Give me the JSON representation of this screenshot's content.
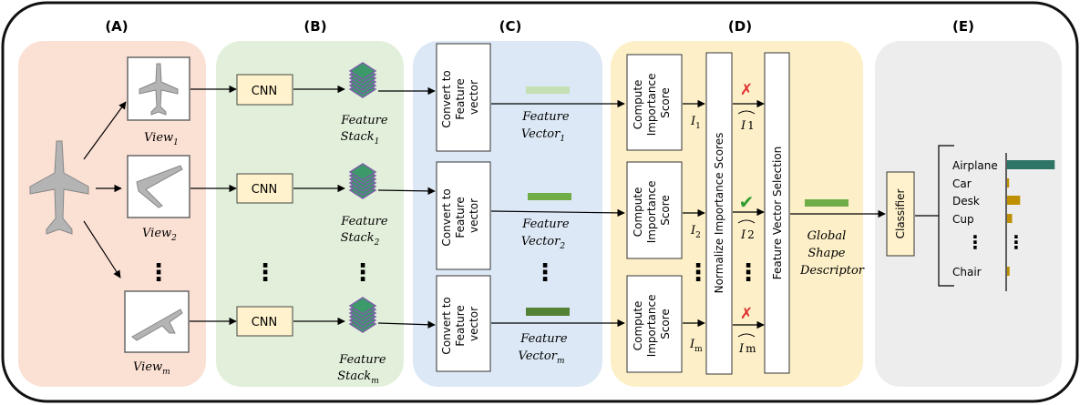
{
  "sections": {
    "a": "(A)",
    "b": "(B)",
    "c": "(C)",
    "d": "(D)",
    "e": "(E)"
  },
  "views": [
    {
      "base": "View",
      "sub": "1"
    },
    {
      "base": "View",
      "sub": "2"
    },
    {
      "base": "View",
      "sub": "m"
    }
  ],
  "cnn_label": "CNN",
  "feature_stacks": [
    {
      "line1": "Feature",
      "line2": "Stack",
      "sub": "1"
    },
    {
      "line1": "Feature",
      "line2": "Stack",
      "sub": "2"
    },
    {
      "line1": "Feature",
      "line2": "Stack",
      "sub": "m"
    }
  ],
  "convert_label": [
    "Convert to",
    "Feature",
    "vector"
  ],
  "feature_vectors": [
    {
      "line1": "Feature",
      "line2": "Vector",
      "sub": "1",
      "color": "#c5e0b4"
    },
    {
      "line1": "Feature",
      "line2": "Vector",
      "sub": "2",
      "color": "#70ad47"
    },
    {
      "line1": "Feature",
      "line2": "Vector",
      "sub": "m",
      "color": "#548235"
    }
  ],
  "compute_label": [
    "Compute",
    "Importance",
    "Score"
  ],
  "scores": [
    {
      "i": "I",
      "sub": "1",
      "norm_sub": "1",
      "mark": "✗",
      "mark_color": "#e03030"
    },
    {
      "i": "I",
      "sub": "2",
      "norm_sub": "2",
      "mark": "✔",
      "mark_color": "#2e9e2e"
    },
    {
      "i": "I",
      "sub": "m",
      "norm_sub": "m",
      "mark": "✗",
      "mark_color": "#e03030"
    }
  ],
  "normalize_label": "Normalize Importance Scores",
  "selection_label": "Feature Vector Selection",
  "global_descriptor": [
    "Global",
    "Shape",
    "Descriptor"
  ],
  "descriptor_color": "#70ad47",
  "classifier_label": "Classifier",
  "dots": "⋮",
  "colors": {
    "panel_a": "#fbe0d4",
    "panel_b": "#e2efda",
    "panel_c": "#dce8f5",
    "panel_d": "#fdf0c8",
    "panel_e": "#ededed",
    "box_fill": "#fff2cc",
    "stack_fill": "#3c9a6a",
    "stack_stroke": "#7b5ea7",
    "bar_top": "#2e7566",
    "bar_other": "#bf9000"
  },
  "chart_data": {
    "type": "bar",
    "orientation": "horizontal",
    "categories": [
      "Airplane",
      "Car",
      "Desk",
      "Cup",
      "⋮",
      "Chair"
    ],
    "values": [
      0.95,
      0.04,
      0.26,
      0.1,
      null,
      0.05
    ],
    "xlim": [
      0,
      1
    ],
    "title": "",
    "xlabel": "",
    "ylabel": ""
  }
}
